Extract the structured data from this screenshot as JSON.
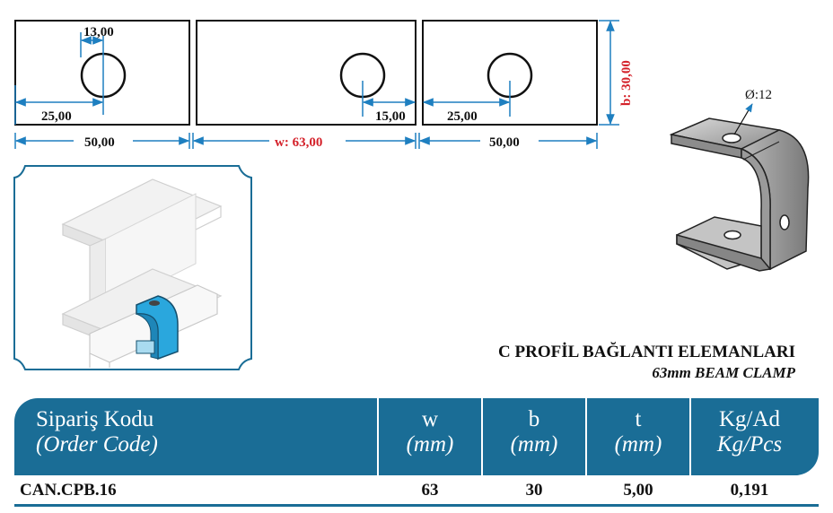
{
  "dimensions": {
    "hole_offset_left": "13,00",
    "edge_left": "25,00",
    "width_left": "50,00",
    "width_w": "w: 63,00",
    "edge_mid": "15,00",
    "edge_right": "25,00",
    "width_right": "50,00",
    "height_b": "b: 30,00",
    "hole_diameter": "Ø:12"
  },
  "product": {
    "title_tr": "C PROFİL BAĞLANTI ELEMANLARI",
    "title_en": "63mm BEAM CLAMP"
  },
  "table": {
    "headers": [
      {
        "line1": "Sipariş Kodu",
        "line2": "(Order Code)"
      },
      {
        "line1": "w",
        "line2": "(mm)"
      },
      {
        "line1": "b",
        "line2": "(mm)"
      },
      {
        "line1": "t",
        "line2": "(mm)"
      },
      {
        "line1": "Kg/Ad",
        "line2": "Kg/Pcs"
      }
    ],
    "rows": [
      [
        "CAN.CPB.16",
        "63",
        "30",
        "5,00",
        "0,191"
      ]
    ]
  },
  "colors": {
    "header_blue": "#1a6d96",
    "dimension_blue": "#1e7fc0",
    "accent_red": "#d4212a",
    "part_cyan": "#2aa7dd"
  }
}
